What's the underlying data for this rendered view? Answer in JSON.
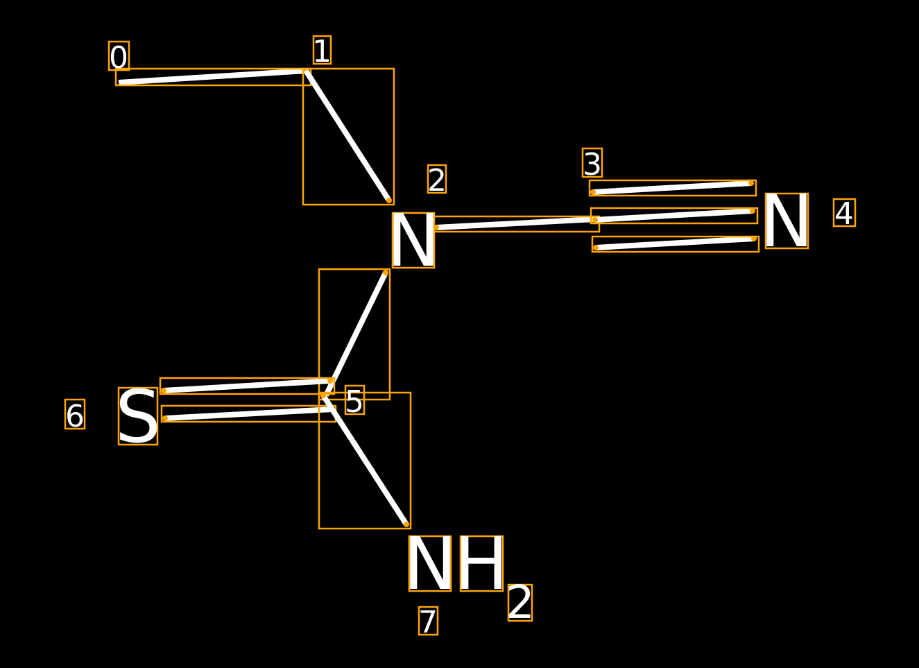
{
  "colors": {
    "background": "#000000",
    "annotation": "#ffa500",
    "ink": "#ffffff"
  },
  "atoms": [
    {
      "label": "N",
      "name": "nitrogen-2"
    },
    {
      "label": "N",
      "name": "nitrogen-4"
    },
    {
      "label": "S",
      "name": "sulfur-6"
    },
    {
      "label": "N",
      "name": "amine-n-7"
    },
    {
      "label": "H",
      "name": "amine-h-7"
    },
    {
      "label": "2",
      "name": "amine-subscript-7"
    }
  ],
  "indices": [
    "0",
    "1",
    "2",
    "3",
    "4",
    "5",
    "6",
    "7"
  ]
}
